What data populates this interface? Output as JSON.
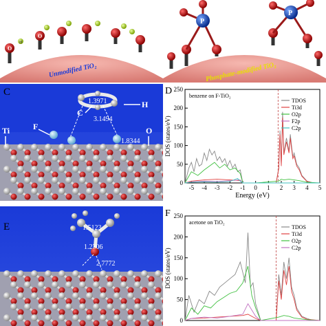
{
  "panel_a": {
    "label": "Unmodified TiO₂",
    "atoms": {
      "O": "O",
      "H": "H"
    }
  },
  "panel_b": {
    "label": "Phosphate-modified TiO₂",
    "atoms": {
      "O": "O",
      "P": "P"
    }
  },
  "panel_c": {
    "letter": "C",
    "atoms": {
      "C": "C",
      "H": "H",
      "F": "F",
      "Ti": "Ti",
      "O": "O"
    },
    "distances": [
      "1.3971",
      "3.1494",
      "1.8344"
    ]
  },
  "panel_e": {
    "letter": "E",
    "distances": [
      "1.5123",
      "1.2306",
      "2.7772"
    ]
  },
  "colors": {
    "titania_gray": "#c8c8c8",
    "oxygen_red": "#d01818",
    "substrate_blue": "#1a3ad8",
    "fluorine_cyan": "#a8d8f0",
    "sphere_pink": "#f0a0a0"
  },
  "chart_data": [
    {
      "type": "line",
      "panel": "D",
      "title": "benzene on F-TiO₂",
      "xlabel": "Energy (eV)",
      "ylabel": "DOS (states/eV)",
      "xlim": [
        -5.5,
        5
      ],
      "ylim": [
        0,
        250
      ],
      "xticks": [
        -5,
        -4,
        -3,
        -2,
        -1,
        0,
        1,
        2,
        3,
        4,
        5
      ],
      "yticks": [
        0,
        50,
        100,
        150,
        200,
        250
      ],
      "series": [
        {
          "name": "TDOS",
          "color": "#888888",
          "x": [
            -5.5,
            -5.2,
            -5.0,
            -4.8,
            -4.6,
            -4.4,
            -4.2,
            -4.0,
            -3.8,
            -3.6,
            -3.4,
            -3.2,
            -3.0,
            -2.8,
            -2.6,
            -2.4,
            -2.2,
            -2.0,
            -1.8,
            -1.6,
            -1.4,
            -1.2,
            -1.0,
            0,
            1.0,
            1.6,
            1.8,
            1.9,
            2.0,
            2.1,
            2.2,
            2.4,
            2.6,
            2.7,
            2.8,
            2.9,
            3.0,
            3.2,
            3.4,
            3.6,
            4.0,
            4.5,
            5.0
          ],
          "y": [
            0,
            40,
            55,
            30,
            65,
            45,
            50,
            80,
            60,
            90,
            75,
            85,
            60,
            70,
            55,
            65,
            45,
            60,
            40,
            50,
            30,
            35,
            0,
            0,
            0,
            0,
            40,
            140,
            50,
            190,
            80,
            120,
            85,
            130,
            100,
            70,
            80,
            50,
            40,
            20,
            5,
            0,
            0
          ]
        },
        {
          "name": "Ti3d",
          "color": "#e04040",
          "x": [
            -5.5,
            -5,
            -4,
            -3,
            -2,
            -1.2,
            -1.0,
            0,
            1.0,
            1.6,
            1.8,
            1.9,
            2.0,
            2.1,
            2.2,
            2.4,
            2.6,
            2.7,
            2.8,
            2.9,
            3.0,
            3.2,
            3.4,
            3.6,
            4.0,
            4.5,
            5.0
          ],
          "y": [
            0,
            5,
            8,
            10,
            8,
            6,
            0,
            0,
            0,
            0,
            38,
            130,
            45,
            175,
            75,
            110,
            80,
            120,
            92,
            65,
            72,
            45,
            35,
            18,
            4,
            0,
            0
          ]
        },
        {
          "name": "O2p",
          "color": "#40c040",
          "x": [
            -5.5,
            -5.0,
            -4.5,
            -4.0,
            -3.6,
            -3.2,
            -2.8,
            -2.4,
            -2.0,
            -1.6,
            -1.2,
            -1.0,
            0,
            1.8,
            2.0,
            2.2,
            2.6,
            3.0,
            3.4,
            4.0,
            5.0
          ],
          "y": [
            0,
            30,
            20,
            35,
            45,
            55,
            40,
            50,
            35,
            40,
            25,
            0,
            0,
            5,
            10,
            8,
            10,
            8,
            6,
            2,
            0
          ]
        },
        {
          "name": "F2p",
          "color": "#c070c0",
          "x": [
            -5.5,
            -5,
            -4,
            -3,
            -2,
            -1.2,
            -1.0,
            0,
            5.0
          ],
          "y": [
            0,
            3,
            5,
            4,
            6,
            8,
            0,
            0,
            0
          ]
        },
        {
          "name": "C2p",
          "color": "#40c0c0",
          "x": [
            -5.5,
            -5,
            -4,
            -3,
            -2,
            -1.4,
            -1.2,
            -1.0,
            0,
            5.0
          ],
          "y": [
            0,
            2,
            3,
            2,
            4,
            12,
            5,
            0,
            0,
            0
          ]
        }
      ]
    },
    {
      "type": "line",
      "panel": "F",
      "title": "acetone on TiO₂",
      "xlabel": "",
      "ylabel": "DOS (states/eV)",
      "xlim": [
        -5.5,
        5
      ],
      "ylim": [
        0,
        250
      ],
      "yticks": [
        0,
        50,
        100,
        150,
        200,
        250
      ],
      "series": [
        {
          "name": "TDOS",
          "color": "#888888",
          "x": [
            -5.5,
            -5.2,
            -4.8,
            -4.4,
            -4.0,
            -3.6,
            -3.2,
            -2.8,
            -2.4,
            -2.0,
            -1.6,
            -1.2,
            -0.8,
            -0.6,
            -0.4,
            -0.2,
            0.0,
            0.4,
            1.0,
            1.6,
            1.8,
            2.0,
            2.2,
            2.4,
            2.6,
            2.8,
            3.0,
            3.2,
            3.6,
            4.0,
            4.5,
            5.0
          ],
          "y": [
            0,
            60,
            20,
            50,
            40,
            70,
            60,
            80,
            90,
            100,
            110,
            140,
            90,
            210,
            80,
            90,
            40,
            0,
            0,
            0,
            110,
            60,
            140,
            100,
            150,
            80,
            60,
            30,
            10,
            5,
            0,
            0
          ]
        },
        {
          "name": "Ti3d",
          "color": "#e04040",
          "x": [
            -5.5,
            -5,
            -4,
            -3,
            -2,
            -1,
            -0.6,
            0,
            0.4,
            1.6,
            1.8,
            2.0,
            2.2,
            2.4,
            2.6,
            2.8,
            3.0,
            3.2,
            3.6,
            4.0,
            5.0
          ],
          "y": [
            0,
            5,
            6,
            8,
            10,
            12,
            15,
            5,
            0,
            0,
            95,
            50,
            120,
            85,
            130,
            70,
            50,
            25,
            8,
            3,
            0
          ]
        },
        {
          "name": "O2p",
          "color": "#40c040",
          "x": [
            -5.5,
            -5,
            -4.5,
            -4,
            -3.5,
            -3,
            -2.5,
            -2,
            -1.5,
            -1,
            -0.6,
            -0.3,
            0,
            0.4,
            1.8,
            2.2,
            2.6,
            3.0,
            4.0,
            5.0
          ],
          "y": [
            0,
            30,
            15,
            35,
            30,
            45,
            55,
            65,
            70,
            90,
            130,
            60,
            30,
            0,
            8,
            12,
            10,
            6,
            2,
            0
          ]
        },
        {
          "name": "C2p",
          "color": "#c070c0",
          "x": [
            -5.5,
            -5,
            -4,
            -3,
            -2,
            -1,
            -0.6,
            0,
            0.4,
            5.0
          ],
          "y": [
            0,
            5,
            8,
            6,
            10,
            15,
            40,
            10,
            0,
            0
          ]
        }
      ]
    }
  ]
}
